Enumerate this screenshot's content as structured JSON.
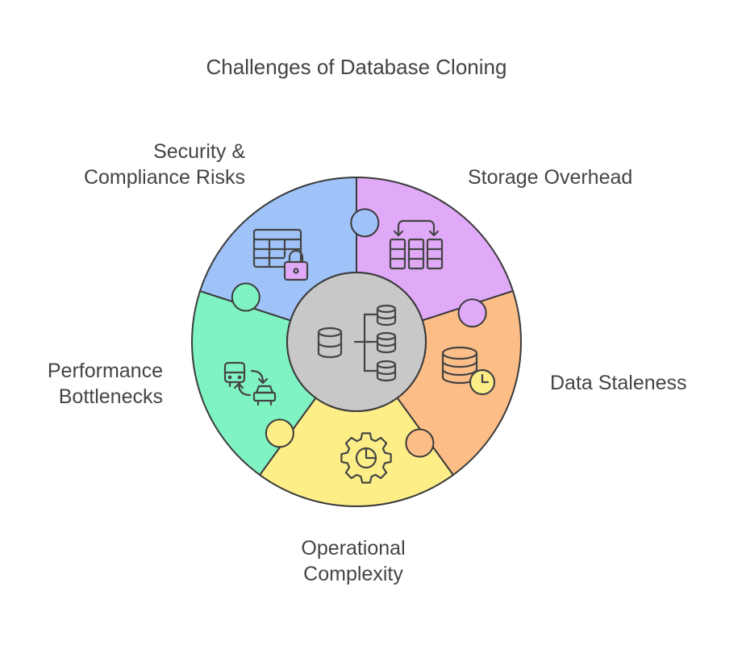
{
  "title": "Challenges of Database Cloning",
  "segments": [
    {
      "id": "security",
      "lines": [
        "Security &",
        "Compliance Risks"
      ],
      "color": "#e0aaf9",
      "icon": "locked-table-icon"
    },
    {
      "id": "storage",
      "lines": [
        "Storage Overhead"
      ],
      "color": "#fdbd86",
      "icon": "duplicated-columns-icon"
    },
    {
      "id": "staleness",
      "lines": [
        "Data Staleness"
      ],
      "color": "#fdee88",
      "icon": "database-clock-icon"
    },
    {
      "id": "operational",
      "lines": [
        "Operational",
        "Complexity"
      ],
      "color": "#80f3c2",
      "icon": "gear-chart-icon"
    },
    {
      "id": "performance",
      "lines": [
        "Performance",
        "Bottlenecks"
      ],
      "color": "#9fc3f9",
      "icon": "traffic-vehicles-icon"
    }
  ],
  "center": {
    "color": "#c8c8c8",
    "icon": "database-clone-icon"
  }
}
